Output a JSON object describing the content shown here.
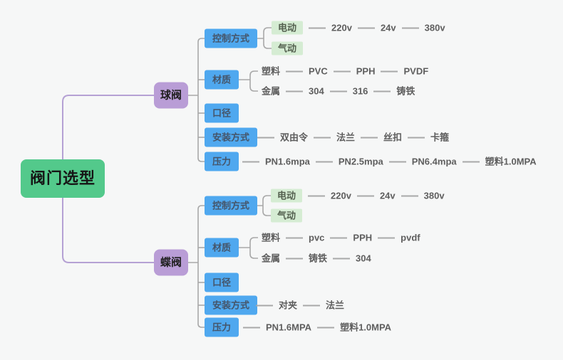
{
  "colors": {
    "canvas-bg": "#f6f7f7",
    "root-bg": "#53c98b",
    "root-text": "#161616",
    "branch-bg": "#b99dd6",
    "branch-text": "#1f1f1f",
    "branch-line": "#b5a1d4",
    "topic-bg": "#4fa8ef",
    "topic-text": "#45556a",
    "leaf-box-bg": "#d5ecd3",
    "leaf-box-text": "#54604f",
    "chain-text": "#5e5e5e",
    "connector": "#a8a8a8"
  },
  "root": {
    "label": "阀门选型"
  },
  "ball": {
    "label": "球阀",
    "control": {
      "label": "控制方式",
      "electric": "电动",
      "pneumatic": "气动",
      "volts": [
        "220v",
        "24v",
        "380v"
      ]
    },
    "material": {
      "label": "材质",
      "plastic": "塑料",
      "plastic_chain": [
        "PVC",
        "PPH",
        "PVDF"
      ],
      "metal": "金属",
      "metal_chain": [
        "304",
        "316",
        "铸铁"
      ]
    },
    "diameter": {
      "label": "口径"
    },
    "install": {
      "label": "安装方式",
      "chain": [
        "双由令",
        "法兰",
        "丝扣",
        "卡箍"
      ]
    },
    "pressure": {
      "label": "压力",
      "chain": [
        "PN1.6mpa",
        "PN2.5mpa",
        "PN6.4mpa",
        "塑料1.0MPA"
      ]
    }
  },
  "butterfly": {
    "label": "蝶阀",
    "control": {
      "label": "控制方式",
      "electric": "电动",
      "pneumatic": "气动",
      "volts": [
        "220v",
        "24v",
        "380v"
      ]
    },
    "material": {
      "label": "材质",
      "plastic": "塑料",
      "plastic_chain": [
        "pvc",
        "PPH",
        "pvdf"
      ],
      "metal": "金属",
      "metal_chain": [
        "铸铁",
        "304"
      ]
    },
    "diameter": {
      "label": "口径"
    },
    "install": {
      "label": "安装方式",
      "chain": [
        "对夹",
        "法兰"
      ]
    },
    "pressure": {
      "label": "压力",
      "chain": [
        "PN1.6MPA",
        "塑料1.0MPA"
      ]
    }
  }
}
